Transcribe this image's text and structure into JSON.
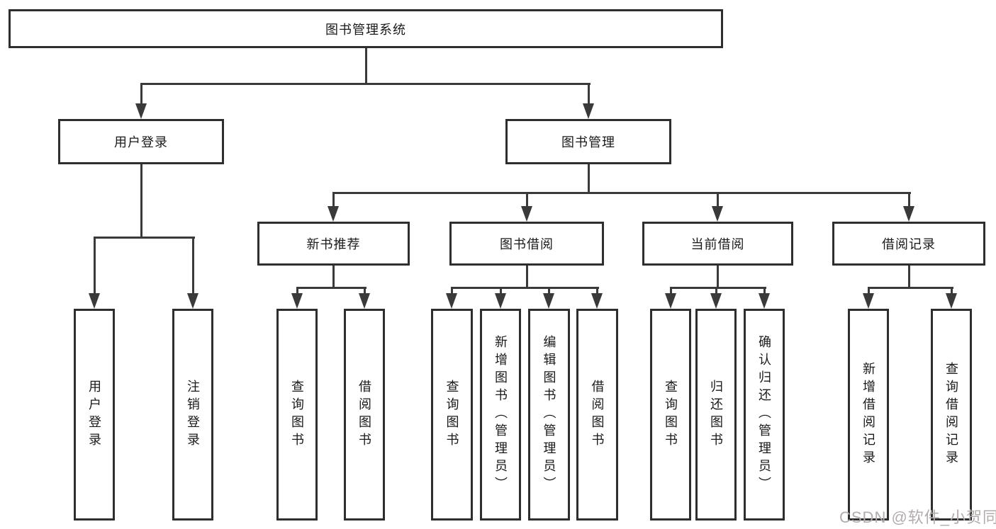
{
  "diagram": {
    "title": "图书管理系统",
    "level2": [
      {
        "label": "用户登录"
      },
      {
        "label": "图书管理"
      }
    ],
    "level3": [
      {
        "label": "新书推荐",
        "parent": "图书管理"
      },
      {
        "label": "图书借阅",
        "parent": "图书管理"
      },
      {
        "label": "当前借阅",
        "parent": "图书管理"
      },
      {
        "label": "借阅记录",
        "parent": "图书管理"
      }
    ],
    "leaves": [
      {
        "label": "用户登录",
        "parent": "用户登录"
      },
      {
        "label": "注销登录",
        "parent": "用户登录"
      },
      {
        "label": "查询图书",
        "parent": "新书推荐"
      },
      {
        "label": "借阅图书",
        "parent": "新书推荐"
      },
      {
        "label": "查询图书",
        "parent": "图书借阅"
      },
      {
        "label": "新增图书（管理员）",
        "parent": "图书借阅"
      },
      {
        "label": "编辑图书（管理员）",
        "parent": "图书借阅"
      },
      {
        "label": "借阅图书",
        "parent": "图书借阅"
      },
      {
        "label": "查询图书",
        "parent": "当前借阅"
      },
      {
        "label": "归还图书",
        "parent": "当前借阅"
      },
      {
        "label": "确认归还（管理员）",
        "parent": "当前借阅"
      },
      {
        "label": "新增借阅记录",
        "parent": "借阅记录"
      },
      {
        "label": "查询借阅记录",
        "parent": "借阅记录"
      }
    ]
  },
  "watermark": {
    "text": "CSDN @软件_小贺同学"
  },
  "colors": {
    "line": "#3a3a3a",
    "box_border": "#2e2e2e",
    "box_background": "#ffffff",
    "text": "#1a1a1a",
    "watermark_text": "#b3acac"
  }
}
